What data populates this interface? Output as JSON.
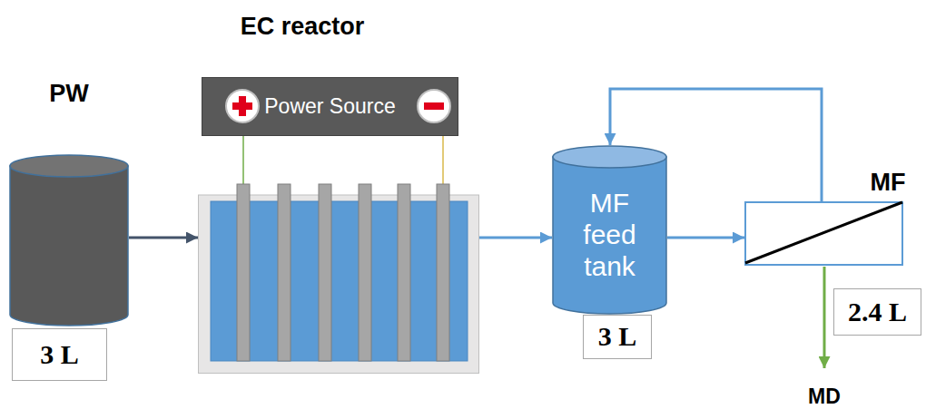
{
  "diagram": {
    "nodes": [
      {
        "text": [
          "PW"
        ]
      },
      {
        "text": [
          "3 L"
        ]
      },
      {
        "text": [
          "EC reactor"
        ]
      },
      {
        "text": [
          "Power Source"
        ]
      },
      {
        "text": [
          "MF feed tank"
        ]
      },
      {
        "text": [
          "3 L"
        ]
      },
      {
        "text": [
          "MF"
        ]
      },
      {
        "text": [
          "2.4 L"
        ]
      }
    ],
    "edges": [
      {
        "from": 0,
        "to": 2,
        "arrow": "to"
      },
      {
        "from": 3,
        "to": 2,
        "arrow": "none"
      },
      {
        "from": 3,
        "to": 2,
        "arrow": "none"
      },
      {
        "from": 2,
        "to": 4,
        "arrow": "to"
      },
      {
        "from": 4,
        "to": 6,
        "arrow": "to"
      },
      {
        "from": 6,
        "to": 4,
        "arrow": "to"
      }
    ],
    "labels": [
      "MD"
    ]
  }
}
